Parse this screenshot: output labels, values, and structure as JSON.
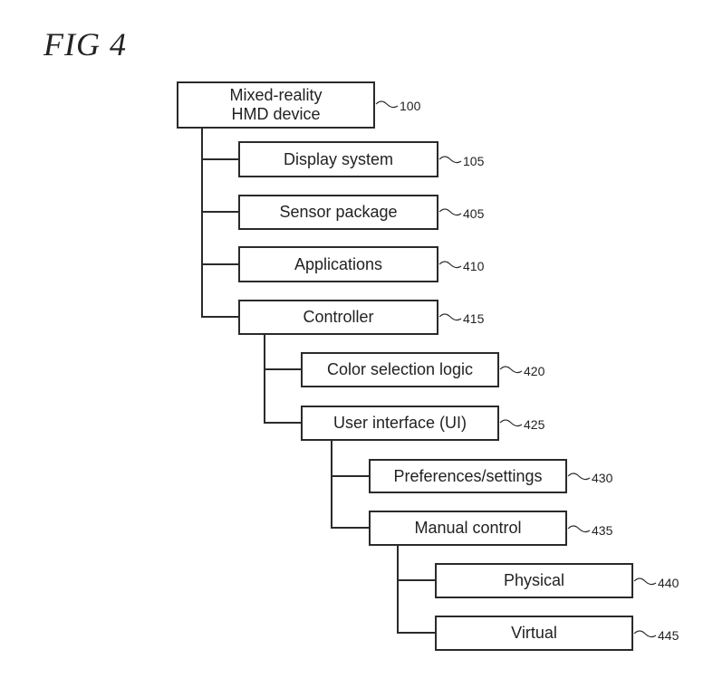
{
  "figure": {
    "title": "FIG 4",
    "nodes": [
      {
        "id": "n100",
        "label": "Mixed-reality HMD device",
        "line1": "Mixed-reality",
        "line2": "HMD device",
        "ref": "100",
        "level": 0
      },
      {
        "id": "n105",
        "label": "Display system",
        "ref": "105",
        "level": 1
      },
      {
        "id": "n405",
        "label": "Sensor package",
        "ref": "405",
        "level": 1
      },
      {
        "id": "n410",
        "label": "Applications",
        "ref": "410",
        "level": 1
      },
      {
        "id": "n415",
        "label": "Controller",
        "ref": "415",
        "level": 1
      },
      {
        "id": "n420",
        "label": "Color selection logic",
        "ref": "420",
        "level": 2
      },
      {
        "id": "n425",
        "label": "User interface (UI)",
        "ref": "425",
        "level": 2
      },
      {
        "id": "n430",
        "label": "Preferences/settings",
        "ref": "430",
        "level": 3
      },
      {
        "id": "n435",
        "label": "Manual control",
        "ref": "435",
        "level": 3
      },
      {
        "id": "n440",
        "label": "Physical",
        "ref": "440",
        "level": 4
      },
      {
        "id": "n445",
        "label": "Virtual",
        "ref": "445",
        "level": 4
      }
    ],
    "edges": [
      [
        "n100",
        "n105"
      ],
      [
        "n100",
        "n405"
      ],
      [
        "n100",
        "n410"
      ],
      [
        "n100",
        "n415"
      ],
      [
        "n415",
        "n420"
      ],
      [
        "n415",
        "n425"
      ],
      [
        "n425",
        "n430"
      ],
      [
        "n425",
        "n435"
      ],
      [
        "n435",
        "n440"
      ],
      [
        "n435",
        "n445"
      ]
    ]
  }
}
